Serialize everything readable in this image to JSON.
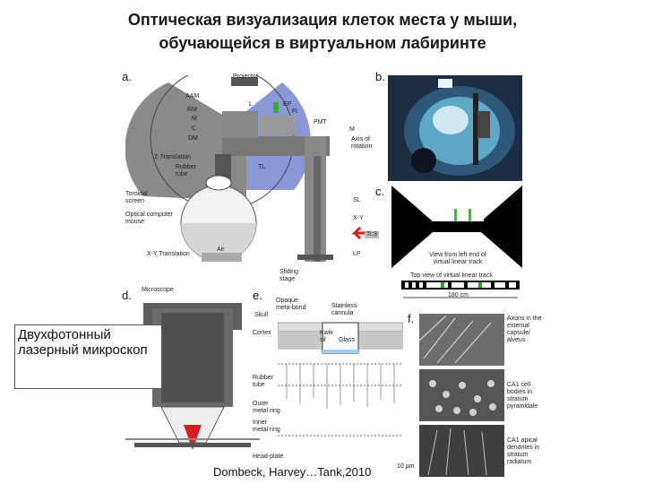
{
  "slide": {
    "title_line1": "Оптическая визуализация клеток места у мыши,",
    "title_line2": "обучающейся в виртуальном лабиринте",
    "overlay_text": "Двухфотонный лазерный микроскоп",
    "credit": "Dombeck, Harvey…Tank,2010"
  },
  "panels": {
    "a": "a.",
    "b": "b.",
    "c": "c.",
    "d": "d.",
    "e": "e.",
    "f": "f."
  },
  "panel_a_labels": {
    "projector": "Projector",
    "aam": "AAM",
    "rm": "RM",
    "m1": "M",
    "c": "C",
    "dm": "DM",
    "l": "L",
    "ep": "EP",
    "fi": "Fi",
    "pmt": "PMT",
    "m2": "M",
    "axis": "Axis of rotation",
    "z_translation": "Z-Translation",
    "rubber_tube": "Rubber tube",
    "tl": "TL",
    "toroidal": "Toroidal screen",
    "optical_computer": "Optical computer mouse",
    "sl": "SL",
    "xy": "X-Y",
    "ti_s": "Ti:S",
    "xy_translation": "X-Y Translation",
    "air": "Air",
    "lp": "LP",
    "sliding_stage": "Sliding stage"
  },
  "panel_c_labels": {
    "view": "View from left end of virtual linear track",
    "top_view": "Top view of virtual linear track",
    "distance": "180 cm"
  },
  "panel_d_labels": {
    "microscope": "Microscope",
    "skull": "Skull",
    "cortex": "Cortex",
    "rubber_tube": "Rubber tube",
    "outer_ring": "Outer metal ring",
    "inner_ring": "Inner metal ring",
    "head_plate": "Head-plate"
  },
  "panel_e_labels": {
    "opaque": "Opaque meta-bond",
    "stainless": "Stainless cannula",
    "kwik": "Kwik sil",
    "glass": "Glass"
  },
  "panel_f_labels": {
    "row1": "Axons in the external capsule/ alveus",
    "row2": "CA1 cell bodies in stratum pyramidale",
    "row3": "CA1 apical dendrites in stratum radiatum",
    "scale": "10 µm"
  },
  "colors": {
    "gray_cone": "#8a8a8a",
    "blue_cone": "#8b98d8",
    "optics": "#777777",
    "red_arrow": "#d42020",
    "panel_bg": "#1c2d44"
  }
}
